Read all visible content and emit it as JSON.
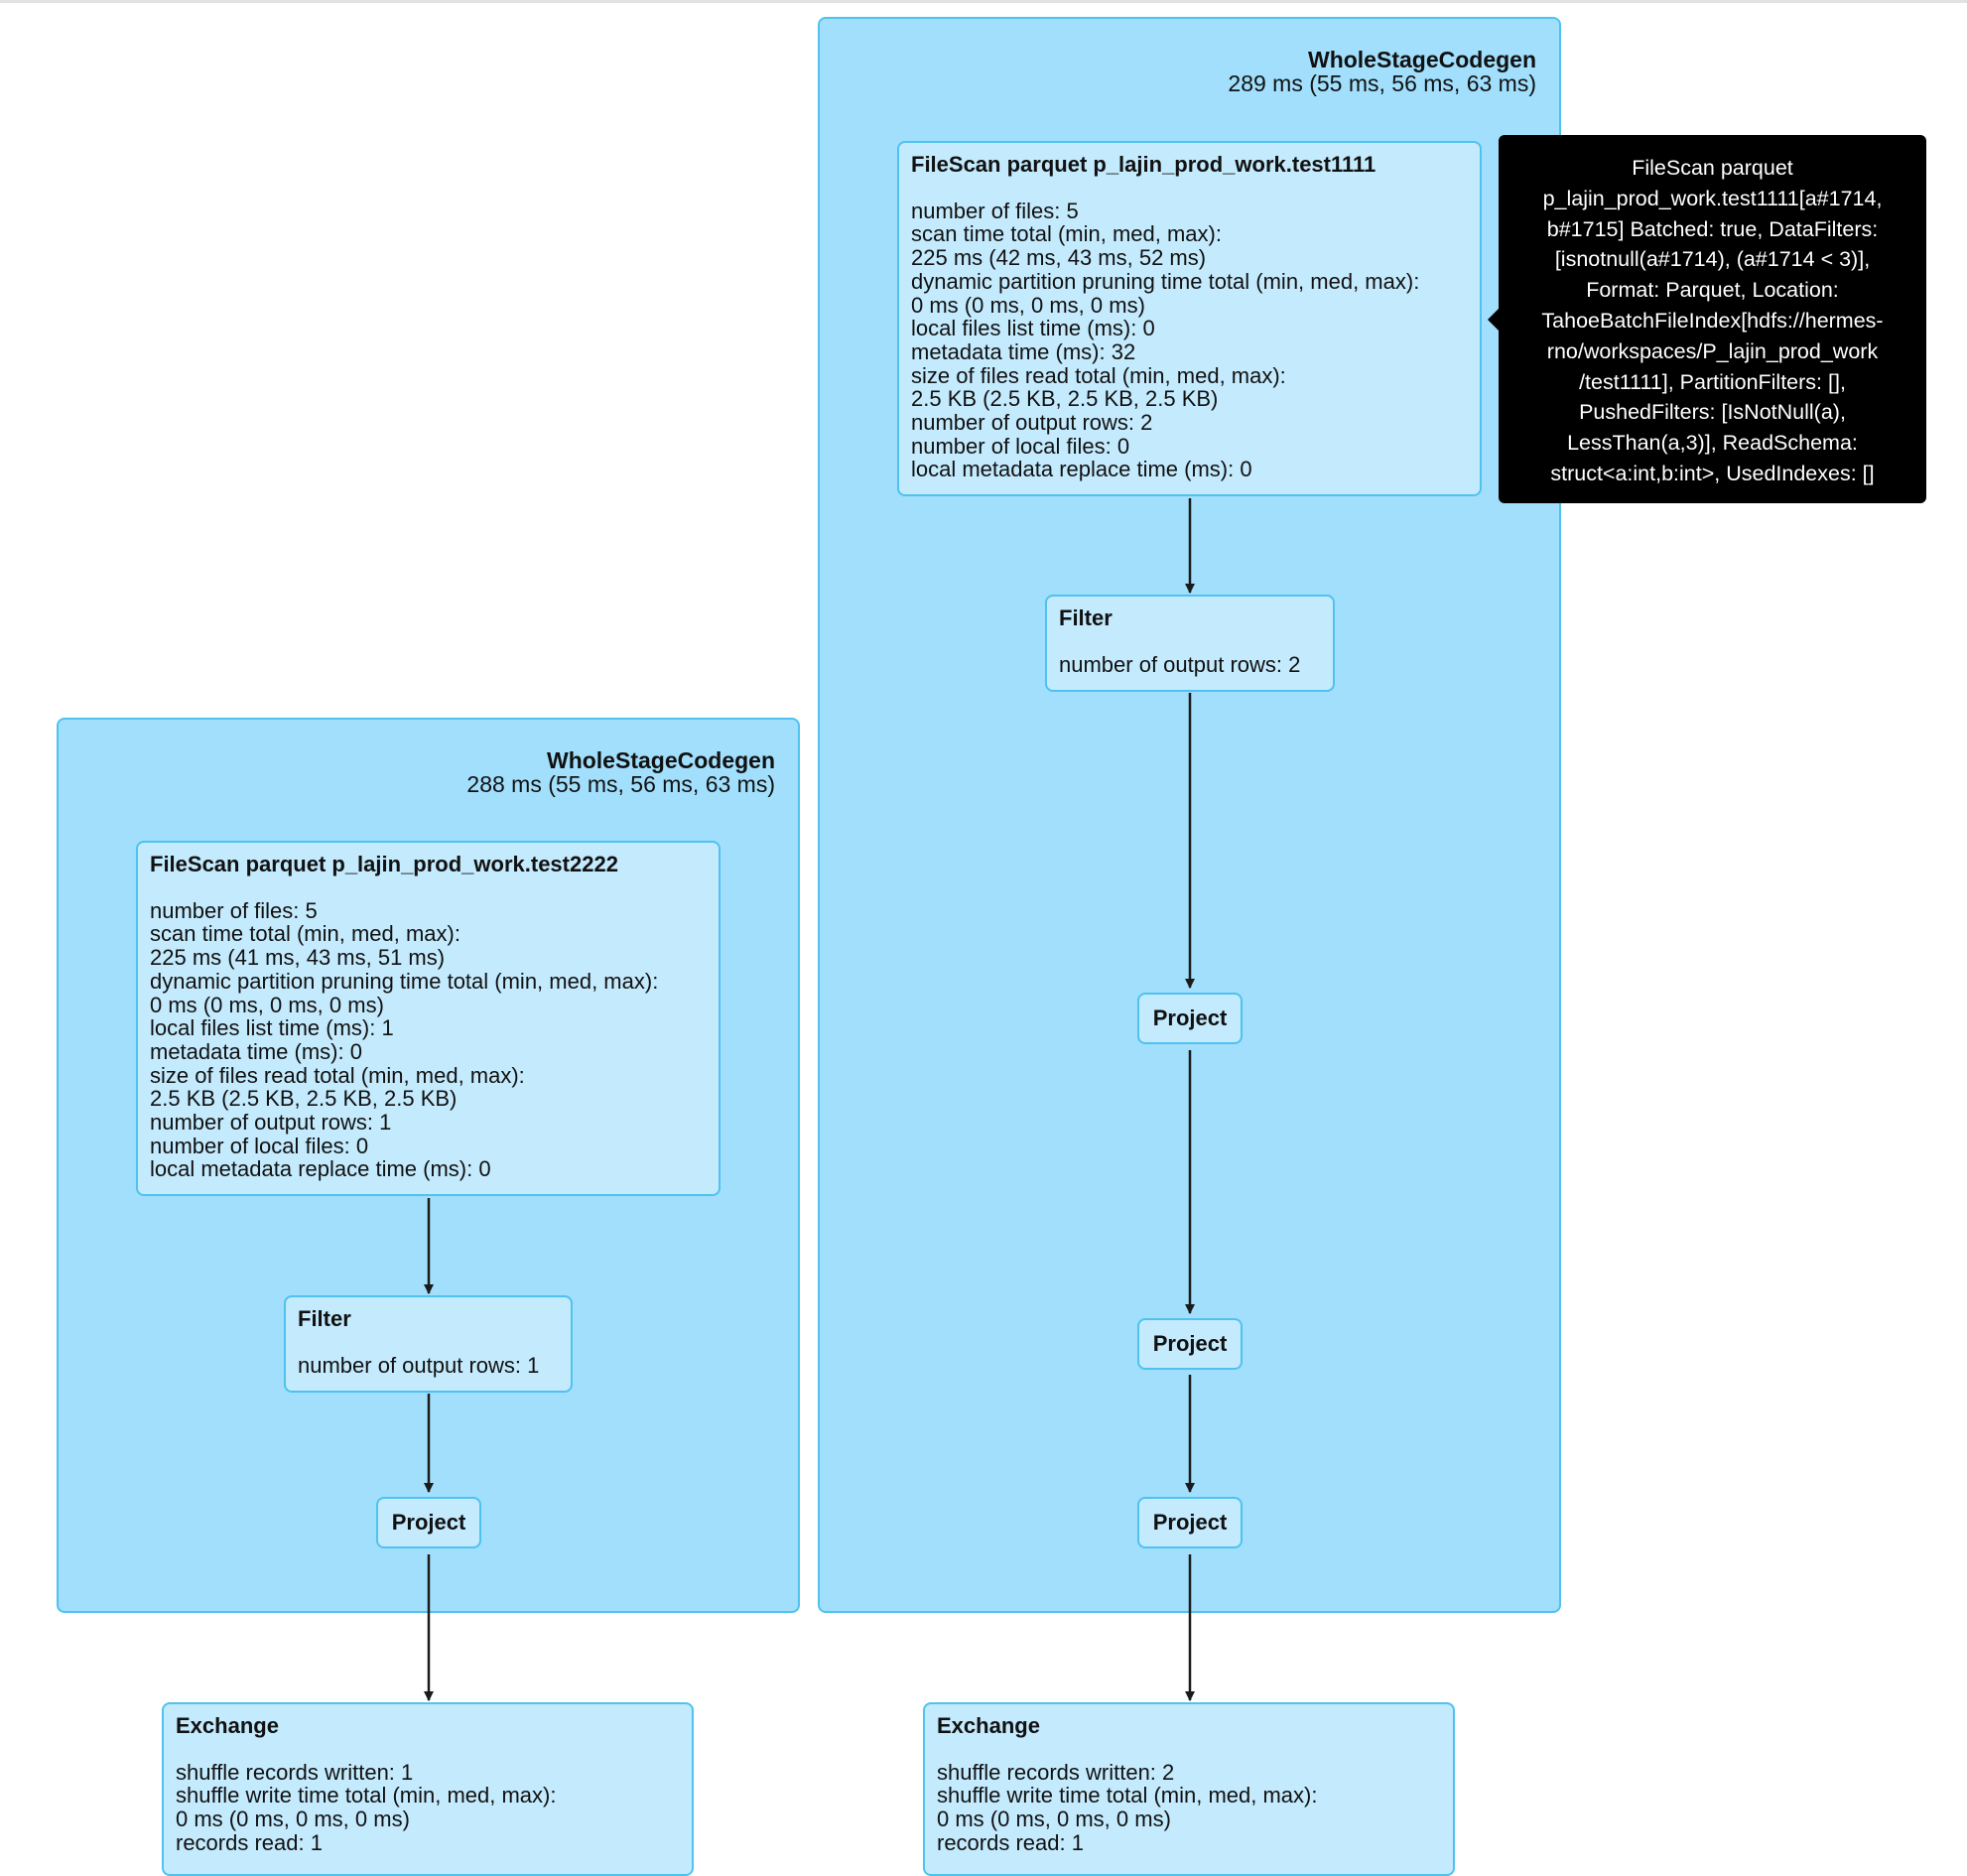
{
  "stages": [
    {
      "title": "WholeStageCodegen",
      "metric": "289 ms (55 ms, 56 ms, 63 ms)"
    },
    {
      "title": "WholeStageCodegen",
      "metric": "288 ms (55 ms, 56 ms, 63 ms)"
    }
  ],
  "filescan_right": {
    "title": "FileScan parquet p_lajin_prod_work.test1111",
    "metrics": [
      "number of files: 5",
      "scan time total (min, med, max):",
      "225 ms (42 ms, 43 ms, 52 ms)",
      "dynamic partition pruning time total (min, med, max):",
      "0 ms (0 ms, 0 ms, 0 ms)",
      "local files list time (ms): 0",
      "metadata time (ms): 32",
      "size of files read total (min, med, max):",
      "2.5 KB (2.5 KB, 2.5 KB, 2.5 KB)",
      "number of output rows: 2",
      "number of local files: 0",
      "local metadata replace time (ms): 0"
    ]
  },
  "filescan_left": {
    "title": "FileScan parquet p_lajin_prod_work.test2222",
    "metrics": [
      "number of files: 5",
      "scan time total (min, med, max):",
      "225 ms (41 ms, 43 ms, 51 ms)",
      "dynamic partition pruning time total (min, med, max):",
      "0 ms (0 ms, 0 ms, 0 ms)",
      "local files list time (ms): 1",
      "metadata time (ms): 0",
      "size of files read total (min, med, max):",
      "2.5 KB (2.5 KB, 2.5 KB, 2.5 KB)",
      "number of output rows: 1",
      "number of local files: 0",
      "local metadata replace time (ms): 0"
    ]
  },
  "filter_right": {
    "title": "Filter",
    "metric": "number of output rows: 2"
  },
  "filter_left": {
    "title": "Filter",
    "metric": "number of output rows: 1"
  },
  "project_label": "Project",
  "exchange_left": {
    "title": "Exchange",
    "metrics": [
      "shuffle records written: 1",
      "shuffle write time total (min, med, max):",
      "0 ms (0 ms, 0 ms, 0 ms)",
      "records read: 1"
    ]
  },
  "exchange_right": {
    "title": "Exchange",
    "metrics": [
      "shuffle records written: 2",
      "shuffle write time total (min, med, max):",
      "0 ms (0 ms, 0 ms, 0 ms)",
      "records read: 1"
    ]
  },
  "tooltip": {
    "lines": [
      "FileScan parquet",
      "p_lajin_prod_work.test1111[a#1714,",
      "b#1715] Batched: true, DataFilters:",
      "[isnotnull(a#1714), (a#1714 < 3)],",
      "Format: Parquet, Location:",
      "TahoeBatchFileIndex[hdfs://hermes-",
      "rno/workspaces/P_lajin_prod_work",
      "/test1111], PartitionFilters: [],",
      "PushedFilters: [IsNotNull(a),",
      "LessThan(a,3)], ReadSchema:",
      "struct<a:int,b:int>, UsedIndexes: []"
    ]
  },
  "colors": {
    "stage_fill": "#a1dffc",
    "node_fill": "#c4eafd",
    "border": "#4fc2f0",
    "edge": "#1a1a1a",
    "tooltip_bg": "#000000"
  }
}
